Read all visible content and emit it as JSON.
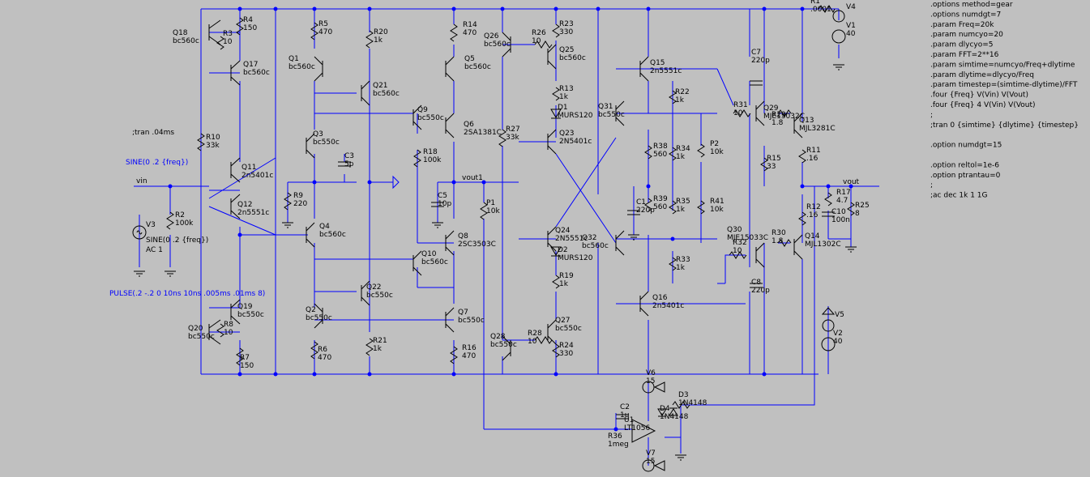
{
  "directives": [
    ".options method=gear",
    ".options numdgt=7",
    ".param Freq=20k",
    ".param numcyo=20",
    ".param dlycyo=5",
    ".param FFT=2**16",
    ".param simtime=numcyo/Freq+dlytime",
    ".param dlytime=dlycyo/Freq",
    ".param timestep=(simtime-dlytime)/FFT",
    ".four {Freq} V(Vin) V(Vout)",
    ".four {Freq} 4 V(Vin) V(Vout)",
    ";",
    ";tran 0 {simtime} {dlytime} {timestep}",
    "",
    ".option numdgt=15",
    "",
    ".option reltol=1e-6",
    ".option ptrantau=0",
    ";",
    ";ac dec 1k 1 1G"
  ],
  "labels": {
    "tran": ";tran .04ms",
    "sine_blue": "SINE(0 .2 {freq})",
    "pulse_blue": "PULSE(.2 -.2 0 10ns 10ns .005ms .01ms 8)",
    "vin": "vin",
    "vout1": "vout1",
    "vout": "vout",
    "v3_name": "V3",
    "v3_val": "SINE(0 .2 {freq})",
    "v3_ac": "AC 1"
  },
  "components": [
    {
      "n": "R4",
      "v": "150"
    },
    {
      "n": "R3",
      "v": "10"
    },
    {
      "n": "Q18",
      "v": "bc560c"
    },
    {
      "n": "Q17",
      "v": "bc560c"
    },
    {
      "n": "R10",
      "v": "33k"
    },
    {
      "n": "Q11",
      "v": "2n5401c"
    },
    {
      "n": "Q12",
      "v": "2n5551c"
    },
    {
      "n": "R2",
      "v": "100k"
    },
    {
      "n": "Q19",
      "v": "bc550c"
    },
    {
      "n": "Q20",
      "v": "bc550c"
    },
    {
      "n": "R8",
      "v": "10"
    },
    {
      "n": "R7",
      "v": "150"
    },
    {
      "n": "R5",
      "v": "470"
    },
    {
      "n": "Q1",
      "v": "bc560c"
    },
    {
      "n": "Q3",
      "v": "bc550c"
    },
    {
      "n": "C3",
      "v": "5p"
    },
    {
      "n": "R9",
      "v": "220"
    },
    {
      "n": "Q4",
      "v": "bc560c"
    },
    {
      "n": "Q2",
      "v": "bc550c"
    },
    {
      "n": "R6",
      "v": "470"
    },
    {
      "n": "R20",
      "v": "1k"
    },
    {
      "n": "Q21",
      "v": "bc560c"
    },
    {
      "n": "Q22",
      "v": "bc550c"
    },
    {
      "n": "R21",
      "v": "1k"
    },
    {
      "n": "R14",
      "v": "470"
    },
    {
      "n": "Q5",
      "v": "bc560c"
    },
    {
      "n": "Q9",
      "v": "bc550c"
    },
    {
      "n": "Q6",
      "v": "2SA1381C"
    },
    {
      "n": "R18",
      "v": "100k"
    },
    {
      "n": "C5",
      "v": "10p"
    },
    {
      "n": "P1",
      "v": "10k"
    },
    {
      "n": "Q8",
      "v": "2SC3503C"
    },
    {
      "n": "Q10",
      "v": "bc560c"
    },
    {
      "n": "Q7",
      "v": "bc550c"
    },
    {
      "n": "R16",
      "v": "470"
    },
    {
      "n": "Q26",
      "v": "bc560c"
    },
    {
      "n": "R26",
      "v": "10"
    },
    {
      "n": "R23",
      "v": "330"
    },
    {
      "n": "Q25",
      "v": "bc560c"
    },
    {
      "n": "R13",
      "v": "1k"
    },
    {
      "n": "D1",
      "v": "MURS120"
    },
    {
      "n": "R27",
      "v": "33k"
    },
    {
      "n": "Q23",
      "v": "2N5401c"
    },
    {
      "n": "Q24",
      "v": "2N5551c"
    },
    {
      "n": "D2",
      "v": "MURS120"
    },
    {
      "n": "R19",
      "v": "1k"
    },
    {
      "n": "Q27",
      "v": "bc550c"
    },
    {
      "n": "Q28",
      "v": "bc550c"
    },
    {
      "n": "R28",
      "v": "10"
    },
    {
      "n": "R24",
      "v": "330"
    },
    {
      "n": "Q15",
      "v": "2n5551c"
    },
    {
      "n": "Q31",
      "v": "bc550c"
    },
    {
      "n": "R22",
      "v": "1k"
    },
    {
      "n": "R38",
      "v": "560"
    },
    {
      "n": "R34",
      "v": "1k"
    },
    {
      "n": "P2",
      "v": "10k"
    },
    {
      "n": "C1",
      "v": "220p"
    },
    {
      "n": "R39",
      "v": "560"
    },
    {
      "n": "R35",
      "v": "1k"
    },
    {
      "n": "R41",
      "v": "10k"
    },
    {
      "n": "Q32",
      "v": "bc560c"
    },
    {
      "n": "R33",
      "v": "1k"
    },
    {
      "n": "Q16",
      "v": "2n5401c"
    },
    {
      "n": "C7",
      "v": "220p"
    },
    {
      "n": "R31",
      "v": "10"
    },
    {
      "n": "Q29",
      "v": "MJE15032C"
    },
    {
      "n": "R29",
      "v": "1.8"
    },
    {
      "n": "Q13",
      "v": "MJL3281C"
    },
    {
      "n": "R15",
      "v": "33"
    },
    {
      "n": "R11",
      "v": ".16"
    },
    {
      "n": "R12",
      "v": ".16"
    },
    {
      "n": "Q30",
      "v": "MJE15033C"
    },
    {
      "n": "R32",
      "v": "10"
    },
    {
      "n": "R30",
      "v": "1.8"
    },
    {
      "n": "Q14",
      "v": "MJL1302C"
    },
    {
      "n": "C8",
      "v": "220p"
    },
    {
      "n": "R1",
      "v": ".0001"
    },
    {
      "n": "V4",
      "v": ""
    },
    {
      "n": "V1",
      "v": "40"
    },
    {
      "n": "V5",
      "v": ""
    },
    {
      "n": "V2",
      "v": "40"
    },
    {
      "n": "R17",
      "v": "4.7"
    },
    {
      "n": "C10",
      "v": "100n"
    },
    {
      "n": "R25",
      "v": "8"
    },
    {
      "n": "V6",
      "v": "15"
    },
    {
      "n": "V7",
      "v": "15"
    },
    {
      "n": "C2",
      "v": "1u"
    },
    {
      "n": "U1",
      "v": "LT1056"
    },
    {
      "n": "R36",
      "v": "1meg"
    },
    {
      "n": "D3",
      "v": "1N4148"
    },
    {
      "n": "D4",
      "v": "1N4148"
    }
  ],
  "colors": {
    "background": "#c0c0c0",
    "wire": "#0000ff",
    "component": "#000000"
  }
}
